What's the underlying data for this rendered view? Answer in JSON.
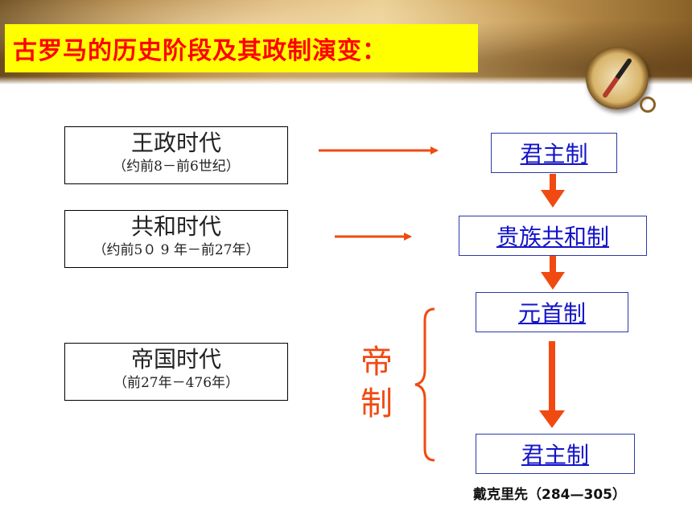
{
  "title": "古罗马的历史阶段及其政制演变：",
  "eras": [
    {
      "name": "王政时代",
      "period": "（约前8－前6世纪）"
    },
    {
      "name": "共和时代",
      "period": "（约前5０ 9 年－前27年）"
    },
    {
      "name": "帝国时代",
      "period": "（前27年－476年）"
    }
  ],
  "systems": [
    "君主制",
    "贵族共和制",
    "元首制",
    "君主制"
  ],
  "empire_label": "帝制",
  "footnote": "戴克里先（284—305）",
  "colors": {
    "title_bg": "#ffff00",
    "title_text": "#ff0000",
    "arrow": "#f04a12",
    "system_text": "#1414c8",
    "system_border": "#2b3aa8"
  }
}
